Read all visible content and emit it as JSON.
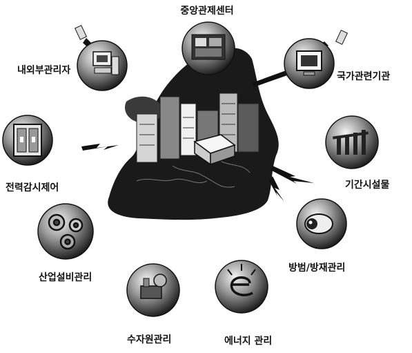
{
  "diagram": {
    "center_label": "중앙관제센터",
    "nodes": [
      {
        "id": "internal",
        "label": "내외부관리자",
        "icon": "computer-workstation-icon"
      },
      {
        "id": "national",
        "label": "국가관련기관",
        "icon": "monitor-icon"
      },
      {
        "id": "power",
        "label": "전력감시제어",
        "icon": "switchboard-icon"
      },
      {
        "id": "infrastructure",
        "label": "기간시설물",
        "icon": "infrastructure-pillars-icon"
      },
      {
        "id": "industrial",
        "label": "산업설비관리",
        "icon": "gears-icon"
      },
      {
        "id": "security",
        "label": "방범/방재관리",
        "icon": "camera-icon"
      },
      {
        "id": "water",
        "label": "수자원관리",
        "icon": "water-pump-icon"
      },
      {
        "id": "energy",
        "label": "에너지 관리",
        "icon": "energy-e-icon"
      }
    ]
  },
  "colors": {
    "ink": "#111111",
    "dark": "#1a1a1a",
    "mid": "#6a6a6a",
    "light": "#d8d8d8"
  }
}
